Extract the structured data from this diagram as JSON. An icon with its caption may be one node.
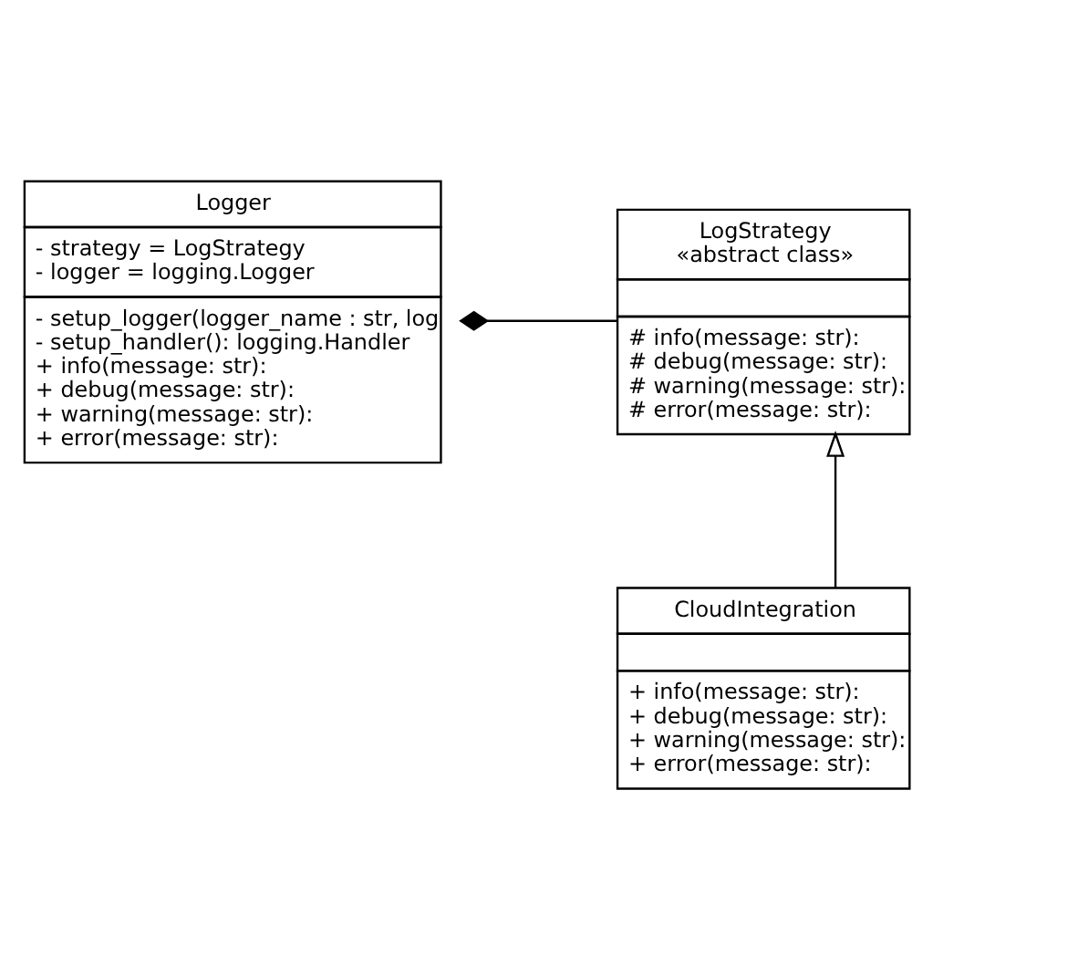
{
  "diagram": {
    "nodes": [
      {
        "text": [
          "Logger",
          "- strategy = LogStrategy",
          "- logger = logging.Logger",
          "- setup_logger(logger_name : str, log",
          "- setup_handler(): logging.Handler",
          "+ info(message: str):",
          "+ debug(message: str):",
          "+ warning(message: str):",
          "+ error(message: str):"
        ]
      },
      {
        "text": [
          "LogStrategy",
          "«abstract class»",
          "# info(message: str):",
          "# debug(message: str):",
          "# warning(message: str):",
          "# error(message: str):"
        ]
      },
      {
        "text": [
          "CloudIntegration",
          "+ info(message: str):",
          "+ debug(message: str):",
          "+ warning(message: str):",
          "+ error(message: str):"
        ]
      }
    ],
    "edges": [
      {
        "from": 0,
        "to": 1,
        "arrow": "other"
      },
      {
        "from": 2,
        "to": 1,
        "arrow": "to"
      }
    ]
  }
}
